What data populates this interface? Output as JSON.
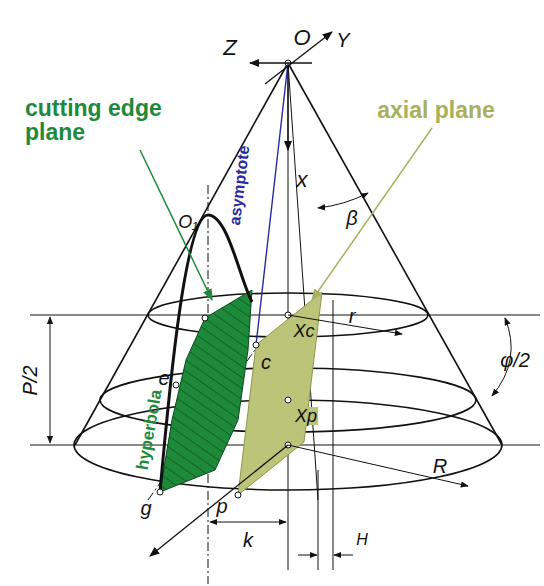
{
  "diagram": {
    "labels": [
      "Z",
      "O",
      "Y",
      "x",
      "cutting edge plane",
      "axial plane",
      "O₁",
      "asymptote",
      "β",
      "r",
      "Xc",
      "P/2",
      "φ/2",
      "e",
      "c",
      "hyperbola",
      "Xp",
      "R",
      "g",
      "p",
      "k",
      "H"
    ]
  }
}
